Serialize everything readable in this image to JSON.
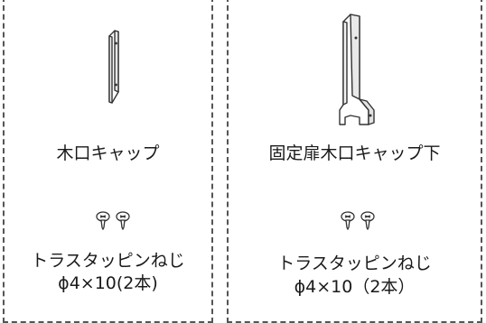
{
  "left_part": {
    "name": "木口キャップ",
    "screw_name": "トラスタッピンねじ",
    "screw_spec": "ϕ4×10(2本)"
  },
  "right_part": {
    "name": "固定扉木口キャップ下",
    "screw_name": "トラスタッピンねじ",
    "screw_spec": "ϕ4×10（2本）"
  },
  "icons": {
    "left_part_icon": "end-cap-bracket-icon",
    "right_part_icon": "fixed-door-end-cap-bracket-icon",
    "screw_icon": "truss-tapping-screw-icon"
  },
  "colors": {
    "line": "#333333",
    "dash_border": "#555555"
  }
}
